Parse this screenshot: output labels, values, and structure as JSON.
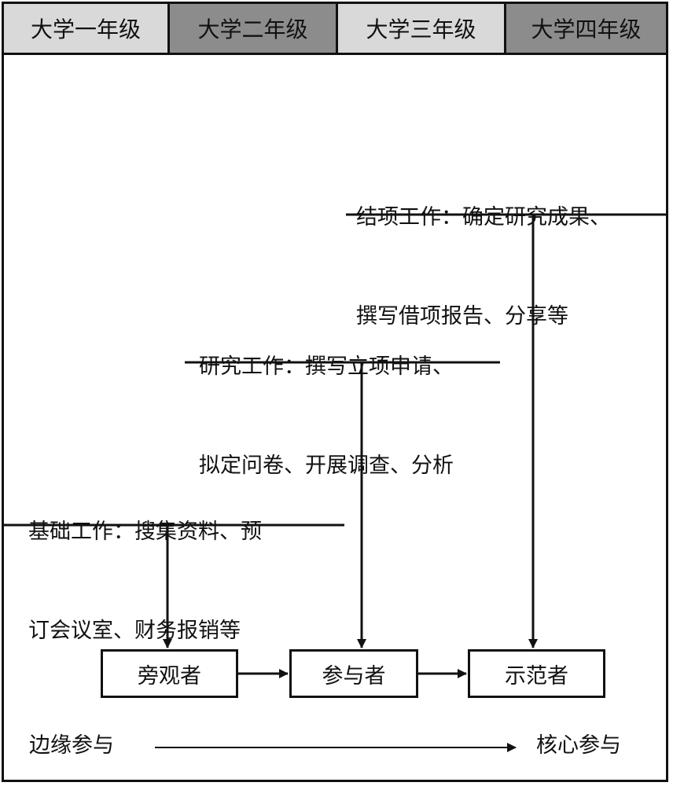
{
  "tabs": [
    {
      "label": "大学一年级",
      "color": "#d9d9d9"
    },
    {
      "label": "大学二年级",
      "color": "#8c8c8c"
    },
    {
      "label": "大学三年级",
      "color": "#d9d9d9"
    },
    {
      "label": "大学四年级",
      "color": "#8c8c8c"
    }
  ],
  "tasks": {
    "final": {
      "line1": "结项工作：确定研究成果、",
      "line2": "撰写借项报告、分享等"
    },
    "research": {
      "line1": "研究工作：撰写立项申请、",
      "line2": "拟定问卷、开展调查、分析"
    },
    "basic": {
      "line1": "基础工作：搜集资料、预",
      "line2": "订会议室、财务报销等"
    }
  },
  "roles": {
    "observer": "旁观者",
    "participant": "参与者",
    "exemplar": "示范者"
  },
  "axis": {
    "start": "边缘参与",
    "end": "核心参与"
  }
}
